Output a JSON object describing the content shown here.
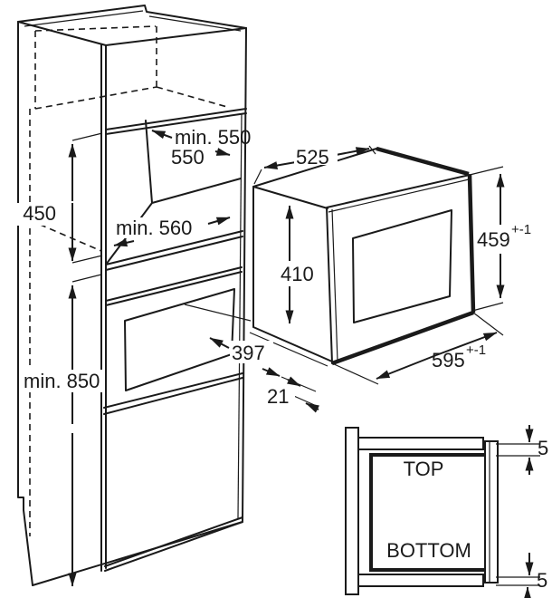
{
  "cabinet_dims": {
    "niche_height": "450",
    "min_floor_height": "min. 850",
    "niche_depth_min": "min. 550",
    "niche_width_min": "min. 560"
  },
  "oven_dims": {
    "width": "525",
    "body_height": "410",
    "frame_height": "459",
    "frame_height_tolerance": "+-1",
    "frame_width": "595",
    "frame_width_tolerance": "+-1",
    "depth": "397",
    "frame_overlap": "21"
  },
  "detail_view": {
    "top_label": "TOP",
    "bottom_label": "BOTTOM",
    "top_gap": "5",
    "bottom_gap": "5"
  },
  "colors": {
    "line": "#1a1a1a",
    "background": "#ffffff"
  }
}
